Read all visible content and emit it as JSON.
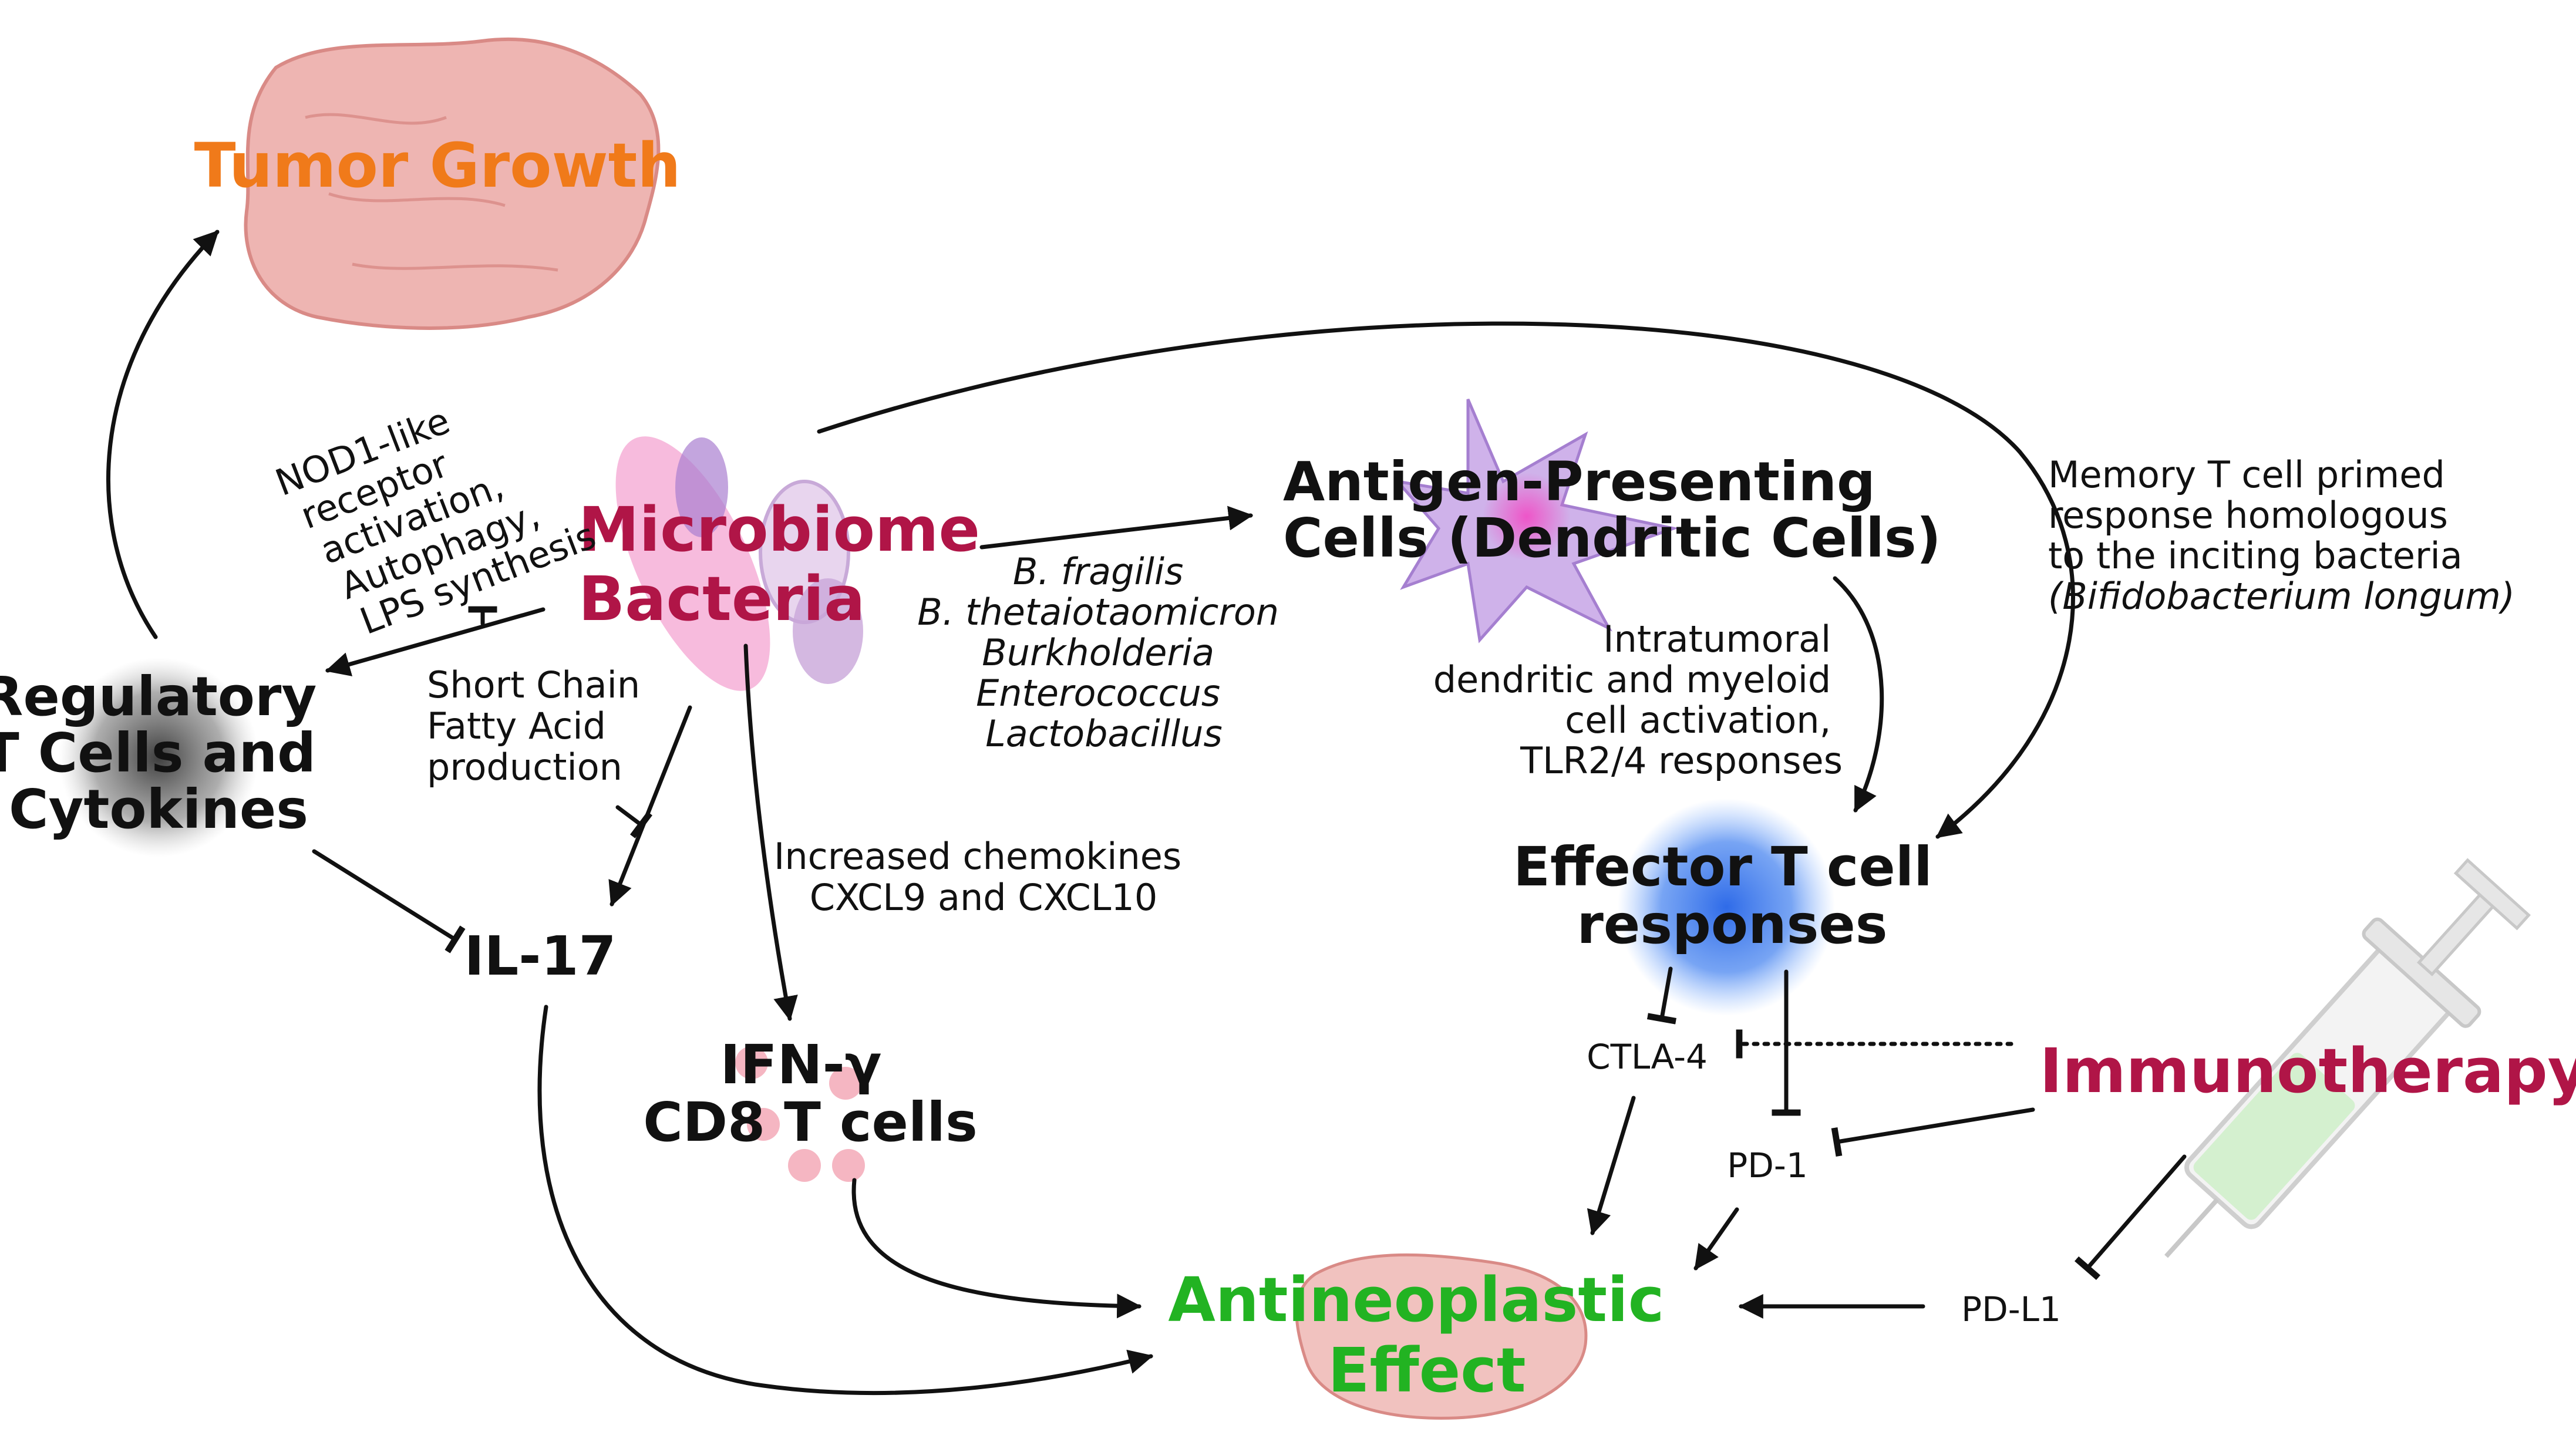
{
  "colors": {
    "tumor_text": "#F07A1A",
    "microbiome_text": "#B01547",
    "immunotherapy_text": "#B01547",
    "antineoplastic_text": "#22B322",
    "tumor_blob": "#E89A96",
    "effector_glow": "#2F6BE8",
    "dendritic_cell": "#B98AE0",
    "regulatory_glow": "#555555"
  },
  "icons": [
    "tumor-blob",
    "bacteria-cluster",
    "dendritic-cell",
    "effector-cell-glow",
    "syringe",
    "tcell-dots"
  ],
  "nodes": {
    "tumor_growth": "Tumor Growth",
    "microbiome": [
      "Microbiome",
      "Bacteria"
    ],
    "apc": [
      "Antigen-Presenting",
      "Cells (Dendritic Cells)"
    ],
    "regulatory": [
      "Regulatory",
      "T Cells and",
      "Cytokines"
    ],
    "il17": "IL-17",
    "ifn": [
      "IFN-γ",
      "CD8 T cells"
    ],
    "effector": [
      "Effector T cell",
      "responses"
    ],
    "immunotherapy": "Immunotherapy",
    "antineoplastic": [
      "Antineoplastic",
      "Effect"
    ],
    "ctla4": "CTLA-4",
    "pd1": "PD-1",
    "pdl1": "PD-L1"
  },
  "annotations": {
    "nod1": [
      "NOD1-like",
      "receptor",
      "activation,",
      "Autophagy,",
      "LPS synthesis"
    ],
    "scfa": [
      "Short Chain",
      "Fatty Acid",
      "production"
    ],
    "bacteria_species": [
      "B. fragilis",
      "B. thetaiotaomicron",
      "Burkholderia",
      "Enterococcus",
      "Lactobacillus"
    ],
    "chemokines": [
      "Increased chemokines",
      "CXCL9 and CXCL10"
    ],
    "dendritic_activation": [
      "Intratumoral",
      "dendritic and myeloid",
      "cell activation,",
      "TLR2/4 responses"
    ],
    "memory": [
      "Memory T cell primed",
      "response homologous",
      "to the inciting bacteria",
      "(Bifidobacterium longum)"
    ]
  }
}
